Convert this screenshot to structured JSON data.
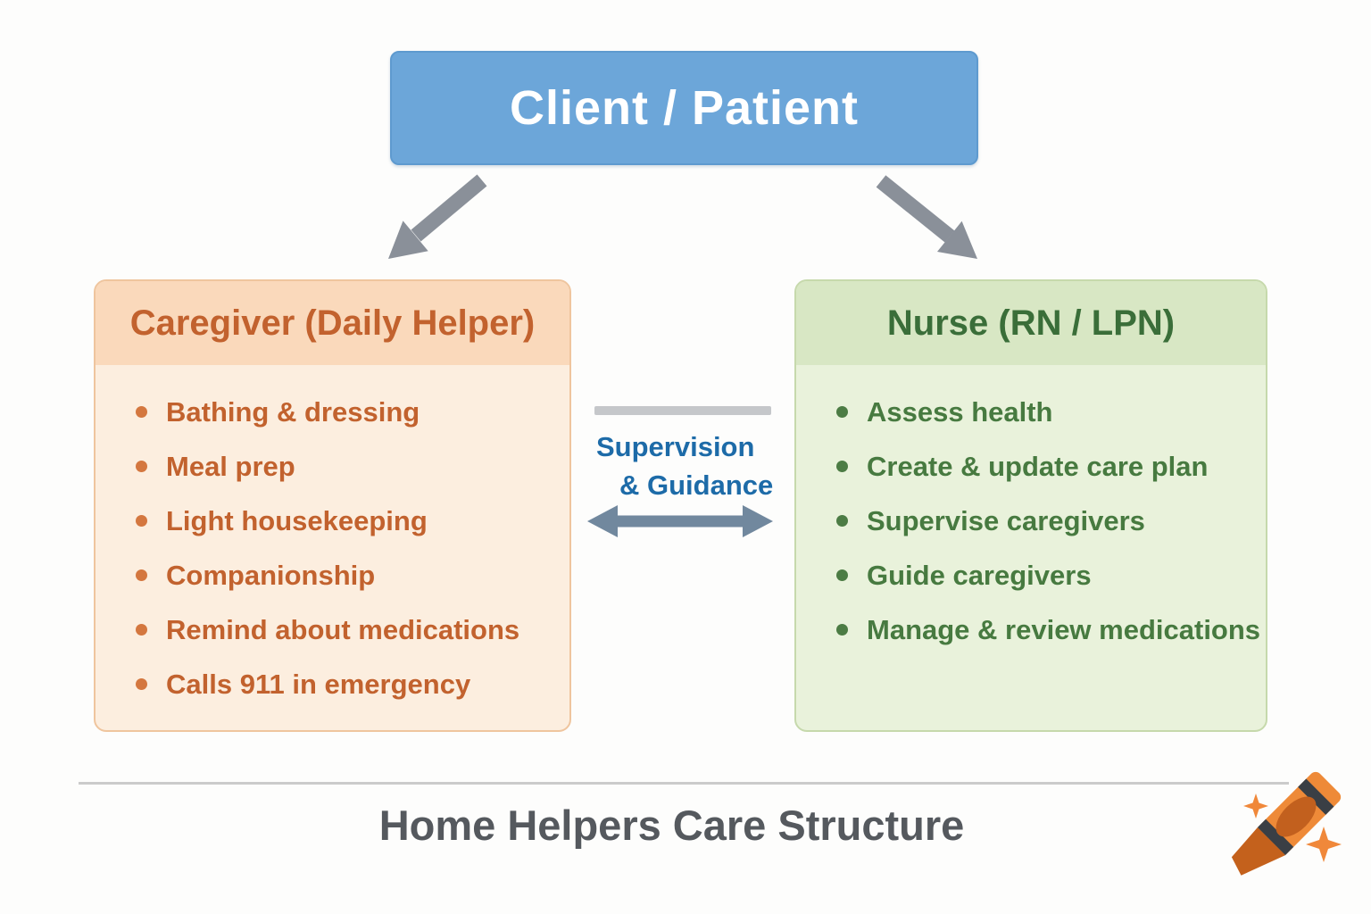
{
  "diagram": {
    "title": "Home Helpers Care Structure"
  },
  "client_box": {
    "label": "Client / Patient"
  },
  "caregiver_box": {
    "title": "Caregiver (Daily Helper)",
    "items": [
      "Bathing & dressing",
      "Meal prep",
      "Light housekeeping",
      "Companionship",
      "Remind about medications",
      "Calls 911 in emergency"
    ]
  },
  "nurse_box": {
    "title": "Nurse (RN / LPN)",
    "items": [
      "Assess health",
      "Create & update care plan",
      "Supervise caregivers",
      "Guide caregivers",
      "Manage & review medications"
    ]
  },
  "connector": {
    "line1": "Supervision",
    "line2": "& Guidance"
  },
  "icons": {
    "down_left_arrow": "arrow-down-left-icon",
    "down_right_arrow": "arrow-down-right-icon",
    "double_headed_arrow": "double-headed-arrow-icon",
    "crayon": "crayon-icon",
    "sparkles": "sparkle-icon"
  },
  "colors": {
    "client_blue": "#6ca6d9",
    "caregiver_header": "#fad9bb",
    "caregiver_body": "#fceedf",
    "caregiver_text": "#c2622e",
    "nurse_header": "#d8e7c4",
    "nurse_body": "#e9f2db",
    "nurse_title": "#3a6e39",
    "nurse_text": "#477a40",
    "connector_blue": "#1d6ba8",
    "arrow_gray": "#8a9099",
    "double_arrow_slate": "#71889e",
    "title_gray": "#55595e",
    "crayon_orange": "#ee8a38"
  }
}
